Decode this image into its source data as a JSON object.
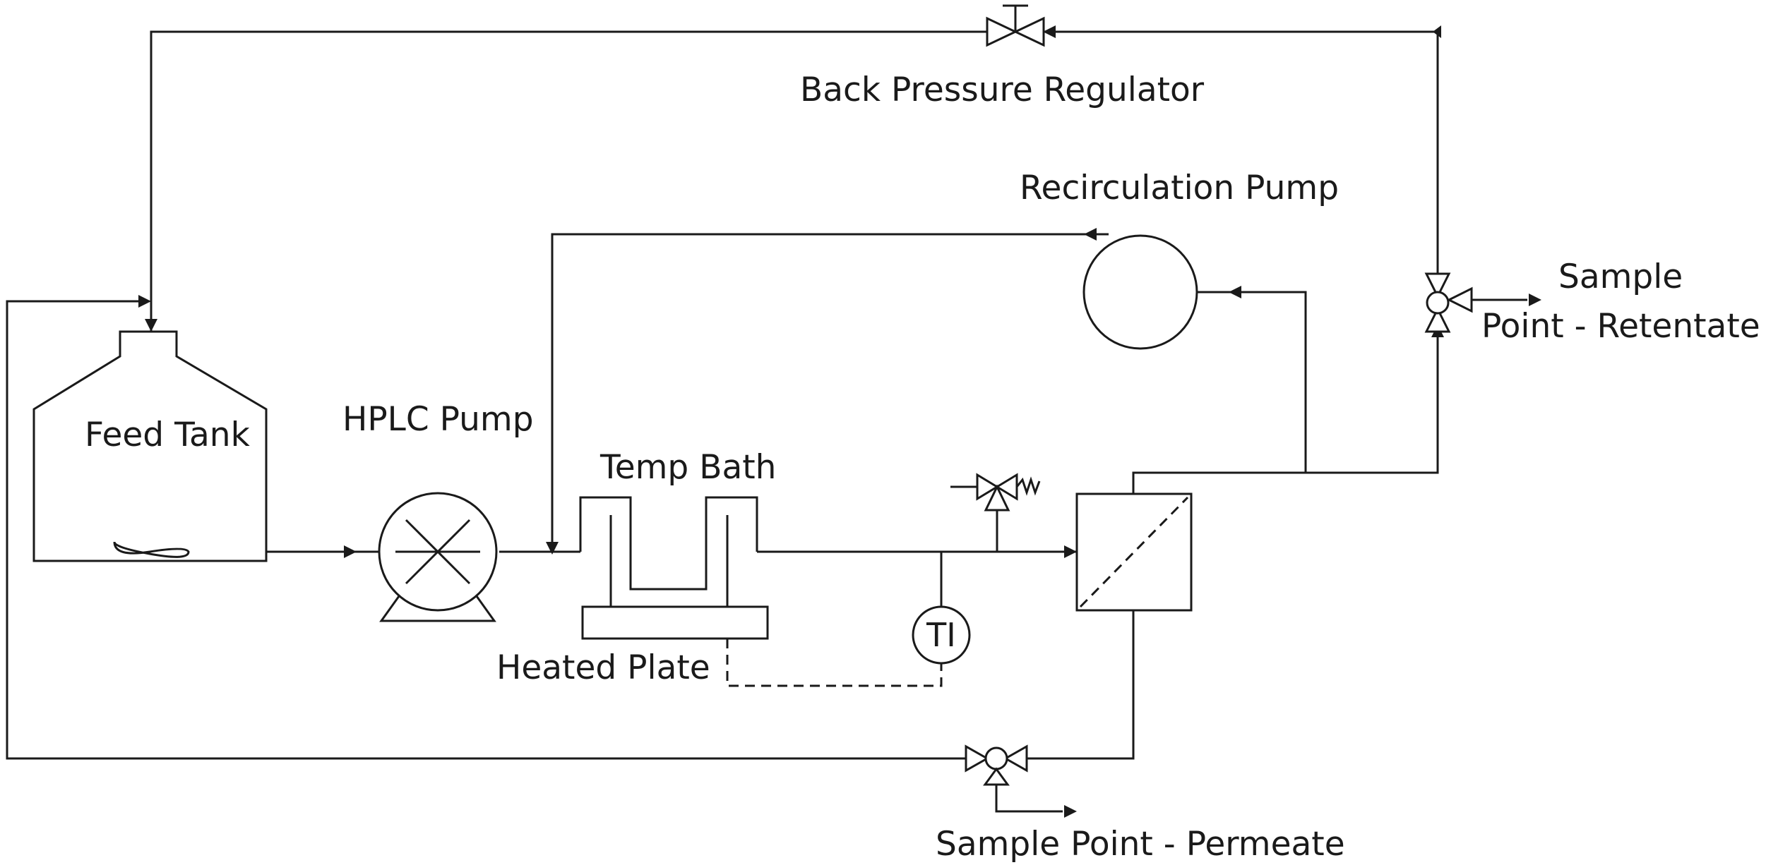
{
  "labels": {
    "back_pressure_regulator": "Back Pressure Regulator",
    "recirculation_pump": "Recirculation Pump",
    "sample_retentate_line1": "Sample",
    "sample_retentate_line2": "Point - Retentate",
    "feed_tank": "Feed Tank",
    "hplc_pump": "HPLC Pump",
    "temp_bath": "Temp Bath",
    "heated_plate": "Heated Plate",
    "temperature_indicator": "TI",
    "sample_permeate": "Sample Point - Permeate"
  }
}
